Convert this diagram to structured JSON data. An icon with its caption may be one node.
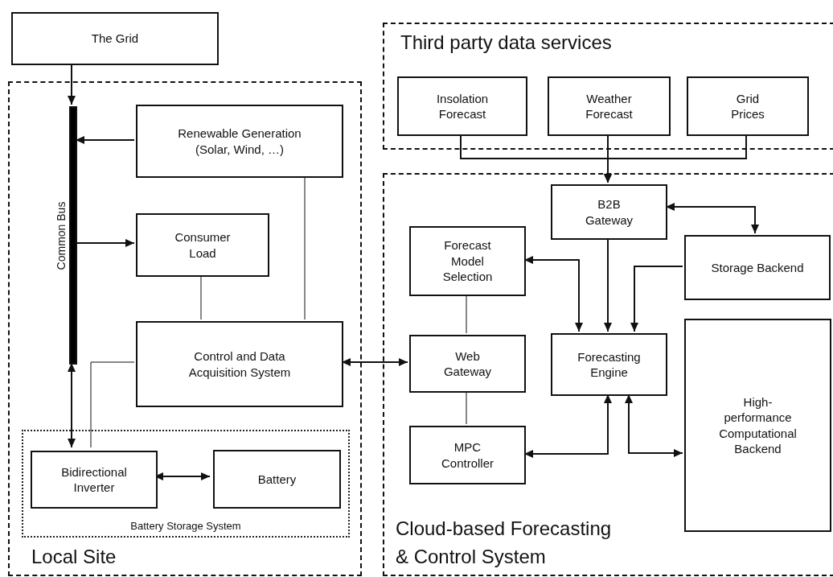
{
  "diagram": {
    "nodes": [
      {
        "text": [
          "The Grid"
        ]
      },
      {
        "text": [
          "Local Site"
        ]
      },
      {
        "text": [],
        "shape": "bar",
        "beside": [
          "Common Bus"
        ],
        "in": 1
      },
      {
        "text": [
          "Renewable Generation (Solar, Wind, …)"
        ],
        "in": 1
      },
      {
        "text": [
          "Consumer Load"
        ],
        "in": 1
      },
      {
        "text": [
          "Control and Data Acquisition System"
        ],
        "in": 1
      },
      {
        "text": [
          "Battery Storage System"
        ],
        "in": 1
      },
      {
        "text": [
          "Bidirectional Inverter"
        ],
        "in": 6
      },
      {
        "text": [
          "Battery"
        ],
        "in": 6
      },
      {
        "text": [
          "Third party data services"
        ]
      },
      {
        "text": [
          "Insolation Forecast"
        ],
        "in": 9
      },
      {
        "text": [
          "Weather Forecast"
        ],
        "in": 9
      },
      {
        "text": [
          "Grid Prices"
        ],
        "in": 9
      },
      {
        "text": [
          "Cloud-based Forecasting & Control System"
        ]
      },
      {
        "text": [
          "B2B Gateway"
        ],
        "in": 13
      },
      {
        "text": [
          "Forecast Model Selection"
        ],
        "in": 13
      },
      {
        "text": [
          "Storage Backend"
        ],
        "in": 13
      },
      {
        "text": [
          "Web Gateway"
        ],
        "in": 13
      },
      {
        "text": [
          "Forecasting Engine"
        ],
        "in": 13
      },
      {
        "text": [
          "MPC Controller"
        ],
        "in": 13
      },
      {
        "text": [
          "High-performance Computational Backend"
        ],
        "in": 13
      }
    ],
    "edges": [
      {
        "from": 0,
        "to": 2,
        "arrow": "to"
      },
      {
        "from": 3,
        "to": 2,
        "arrow": "to"
      },
      {
        "from": 2,
        "to": 4,
        "arrow": "to"
      },
      {
        "from": 2,
        "to": 7,
        "arrow": "both"
      },
      {
        "from": 7,
        "to": 8,
        "arrow": "both"
      },
      {
        "from": 3,
        "to": 5,
        "arrow": "none"
      },
      {
        "from": 4,
        "to": 5,
        "arrow": "none"
      },
      {
        "from": 5,
        "to": 7,
        "arrow": "none"
      },
      {
        "from": 5,
        "to": 17,
        "arrow": "both"
      },
      {
        "from": 10,
        "to": 14,
        "arrow": "to"
      },
      {
        "from": 11,
        "to": 14,
        "arrow": "to"
      },
      {
        "from": 12,
        "to": 14,
        "arrow": "to"
      },
      {
        "from": 14,
        "to": 16,
        "arrow": "both"
      },
      {
        "from": 18,
        "to": 15,
        "arrow": "both"
      },
      {
        "from": 14,
        "to": 18,
        "arrow": "to"
      },
      {
        "from": 16,
        "to": 18,
        "arrow": "to"
      },
      {
        "from": 15,
        "to": 17,
        "arrow": "none"
      },
      {
        "from": 17,
        "to": 19,
        "arrow": "none"
      },
      {
        "from": 19,
        "to": 18,
        "arrow": "both"
      },
      {
        "from": 18,
        "to": 20,
        "arrow": "both"
      }
    ]
  }
}
